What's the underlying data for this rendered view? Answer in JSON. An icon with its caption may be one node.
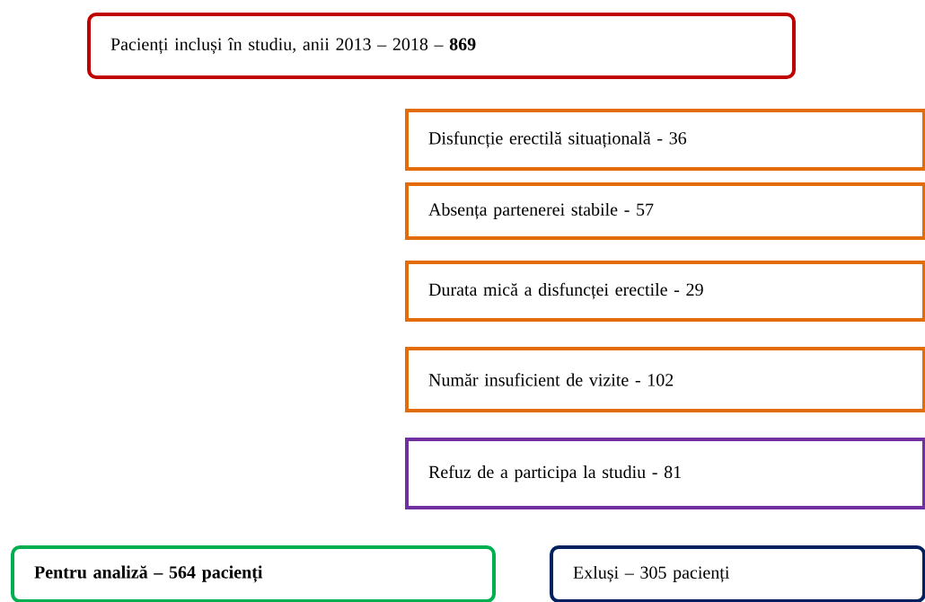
{
  "diagram": {
    "nodes": [
      {
        "text": [
          "Pacienți incluși în studiu, anii 2013 – 2018 – **869**"
        ]
      },
      {
        "text": [
          "Disfuncție erectilă situațională - 36"
        ]
      },
      {
        "text": [
          "Absența partenerei stabile - 57"
        ]
      },
      {
        "text": [
          "Durata mică a disfuncței erectile - 29"
        ]
      },
      {
        "text": [
          "Număr insuficient de vizite - 102"
        ]
      },
      {
        "text": [
          "Refuz de a participa la studiu - 81"
        ]
      },
      {
        "text": [
          "Pentru analiză – 564 pacienți"
        ]
      },
      {
        "text": [
          "Exluși – 305 pacienți"
        ]
      }
    ]
  }
}
